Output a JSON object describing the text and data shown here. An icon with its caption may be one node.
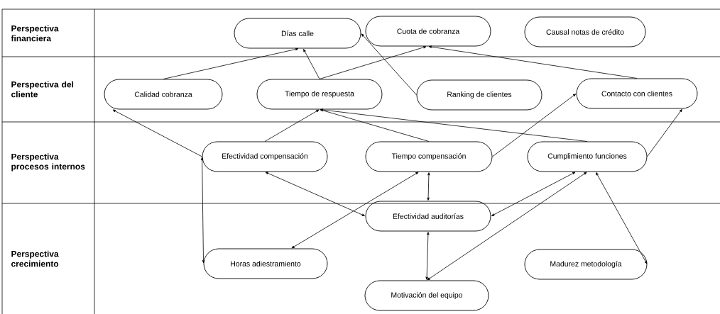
{
  "diagram": {
    "nodes": [
      {
        "text": [
          "Días calle"
        ]
      },
      {
        "text": [
          "Cuota de cobranza"
        ]
      },
      {
        "text": [
          "Causal notas de crédito"
        ]
      },
      {
        "text": [
          "Calidad cobranza"
        ]
      },
      {
        "text": [
          "Tiempo de respuesta"
        ]
      },
      {
        "text": [
          "Ranking de clientes"
        ]
      },
      {
        "text": [
          "Contacto con clientes"
        ]
      },
      {
        "text": [
          "Efectividad compensación"
        ]
      },
      {
        "text": [
          "Tiempo compensación"
        ]
      },
      {
        "text": [
          "Cumplimiento funciones"
        ]
      },
      {
        "text": [
          "Efectividad auditorías"
        ]
      },
      {
        "text": [
          "Horas adiestramiento"
        ]
      },
      {
        "text": [
          "Madurez metodología"
        ]
      },
      {
        "text": [
          "Motivación del equipo"
        ]
      }
    ],
    "edges": [
      {
        "from": 3,
        "to": 0,
        "arrow": "to"
      },
      {
        "from": 4,
        "to": 0,
        "arrow": "to"
      },
      {
        "from": 4,
        "to": 1,
        "arrow": "to"
      },
      {
        "from": 5,
        "to": 0,
        "arrow": "to"
      },
      {
        "from": 6,
        "to": 1,
        "arrow": "to"
      },
      {
        "from": 7,
        "to": 3,
        "arrow": "to"
      },
      {
        "from": 7,
        "to": 4,
        "arrow": "to"
      },
      {
        "from": 8,
        "to": 4,
        "arrow": "to"
      },
      {
        "from": 9,
        "to": 4,
        "arrow": "to"
      },
      {
        "from": 8,
        "to": 6,
        "arrow": "to"
      },
      {
        "from": 9,
        "to": 6,
        "arrow": "to"
      },
      {
        "from": 7,
        "to": 10,
        "arrow": "both"
      },
      {
        "from": 8,
        "to": 10,
        "arrow": "both"
      },
      {
        "from": 11,
        "to": 8,
        "arrow": "both"
      },
      {
        "from": 9,
        "to": 10,
        "arrow": "both"
      },
      {
        "from": 9,
        "to": 13,
        "arrow": "both"
      },
      {
        "from": 9,
        "to": 12,
        "arrow": "both"
      },
      {
        "from": 10,
        "to": 13,
        "arrow": "both"
      },
      {
        "from": 7,
        "to": 11,
        "arrow": "both"
      }
    ],
    "labels": [
      "Perspectiva financiera",
      "Perspectiva del cliente",
      "Perspectiva procesos internos",
      "Perspectiva crecimiento"
    ]
  }
}
